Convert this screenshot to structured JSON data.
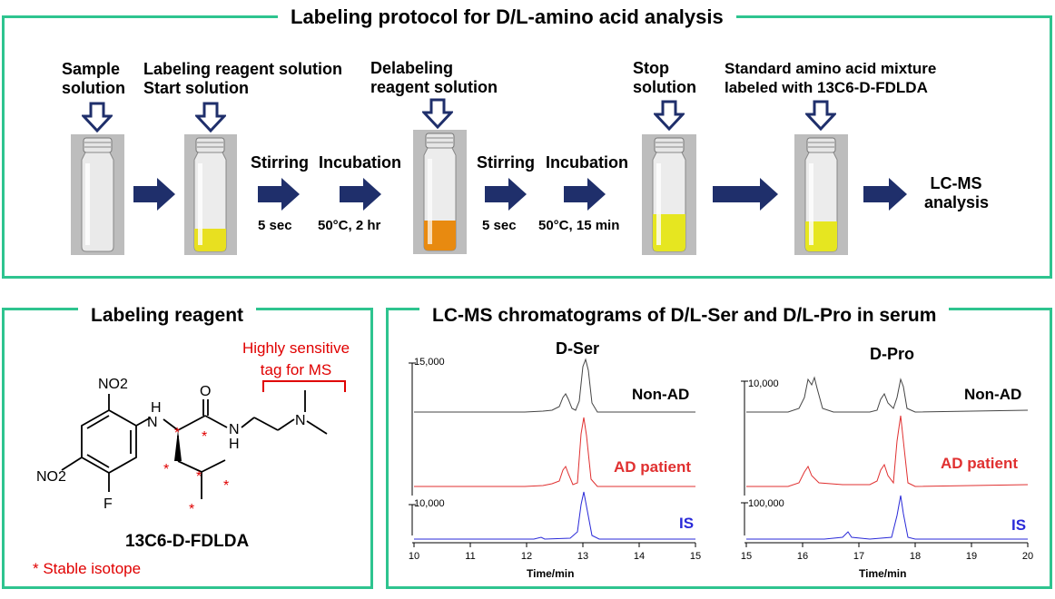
{
  "protocol": {
    "title": "Labeling protocol for D/L-amino acid analysis",
    "steps": {
      "sample": [
        "Sample",
        "solution"
      ],
      "labeling": [
        "Labeling reagent solution",
        "Start solution"
      ],
      "delabeling": [
        "Delabeling",
        "reagent solution"
      ],
      "stop": [
        "Stop",
        "solution"
      ],
      "standard": [
        "Standard amino acid mixture",
        "labeled with 13C6-D-FDLDA"
      ],
      "lcms": [
        "LC-MS",
        "analysis"
      ]
    },
    "operations": [
      {
        "name": "Stirring",
        "condition": "5 sec"
      },
      {
        "name": "Incubation",
        "condition": "50°C, 2 hr"
      },
      {
        "name": "Stirring",
        "condition": "5 sec"
      },
      {
        "name": "Incubation",
        "condition": "50°C, 15 min"
      }
    ]
  },
  "reagent": {
    "title": "Labeling reagent",
    "tag_note": [
      "Highly sensitive",
      "tag for MS"
    ],
    "compound_name": "13C6-D-FDLDA",
    "groups": {
      "no2_top": "NO2",
      "no2_left": "NO2",
      "f": "F",
      "nh": "H",
      "n": "N",
      "o": "O",
      "nh2": "N",
      "nh2_h": "H",
      "nme2": "N"
    },
    "legend": "* Stable isotope",
    "colors": {
      "isotope": "#e00000"
    }
  },
  "chromatograms": {
    "title": "LC-MS chromatograms of D/L-Ser and D/L-Pro in serum",
    "xlabel": "Time/min",
    "colors": {
      "non_ad": "#444444",
      "ad": "#e03030",
      "is": "#2a2ad8"
    },
    "panels": [
      {
        "name": "D-Ser",
        "x_ticks": [
          "10",
          "11",
          "12",
          "13",
          "14",
          "15"
        ],
        "scale_top": "15,000",
        "scale_is": "10,000",
        "traces": [
          "Non-AD",
          "AD patient",
          "IS"
        ]
      },
      {
        "name": "D-Pro",
        "x_ticks": [
          "15",
          "16",
          "17",
          "18",
          "19",
          "20"
        ],
        "scale_top": "10,000",
        "scale_is": "100,000",
        "traces": [
          "Non-AD",
          "AD patient",
          "IS"
        ]
      }
    ]
  }
}
